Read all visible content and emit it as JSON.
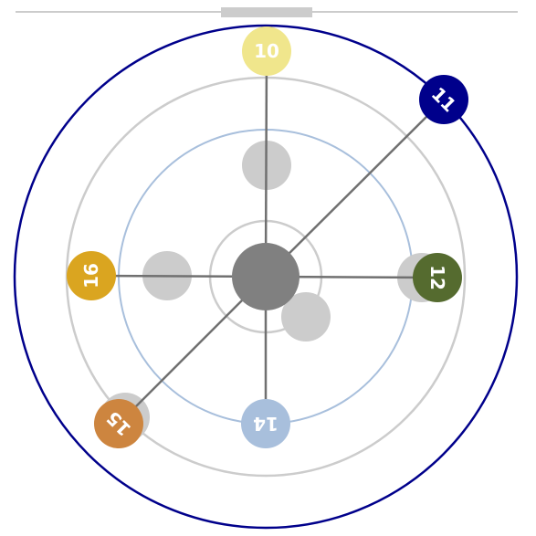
{
  "top_rule": {
    "color": "#cccccc"
  },
  "drag_handle": {
    "icon": "drag-handle-icon",
    "color": "#cccccc"
  },
  "rings": [
    {
      "name": "outer-ring",
      "color": "#00008b"
    },
    {
      "name": "ring-3",
      "color": "#cccccc"
    },
    {
      "name": "ring-2",
      "color": "#a8bfdc"
    },
    {
      "name": "inner-ring",
      "color": "#cccccc"
    }
  ],
  "spoke_color": "#707070",
  "hub": {
    "color": "#808080"
  },
  "placeholder_color": "#cccccc",
  "positions": [
    {
      "label": "10",
      "color": "#f0e68c",
      "label_rotation_deg": 0
    },
    {
      "label": "11",
      "color": "#00008b",
      "label_rotation_deg": 45
    },
    {
      "label": "12",
      "color": "#556b2f",
      "label_rotation_deg": 90
    },
    {
      "label": "14",
      "color": "#a8bfdc",
      "label_rotation_deg": 180
    },
    {
      "label": "15",
      "color": "#cd853f",
      "label_rotation_deg": 225
    },
    {
      "label": "16",
      "color": "#daa520",
      "label_rotation_deg": 270
    }
  ]
}
